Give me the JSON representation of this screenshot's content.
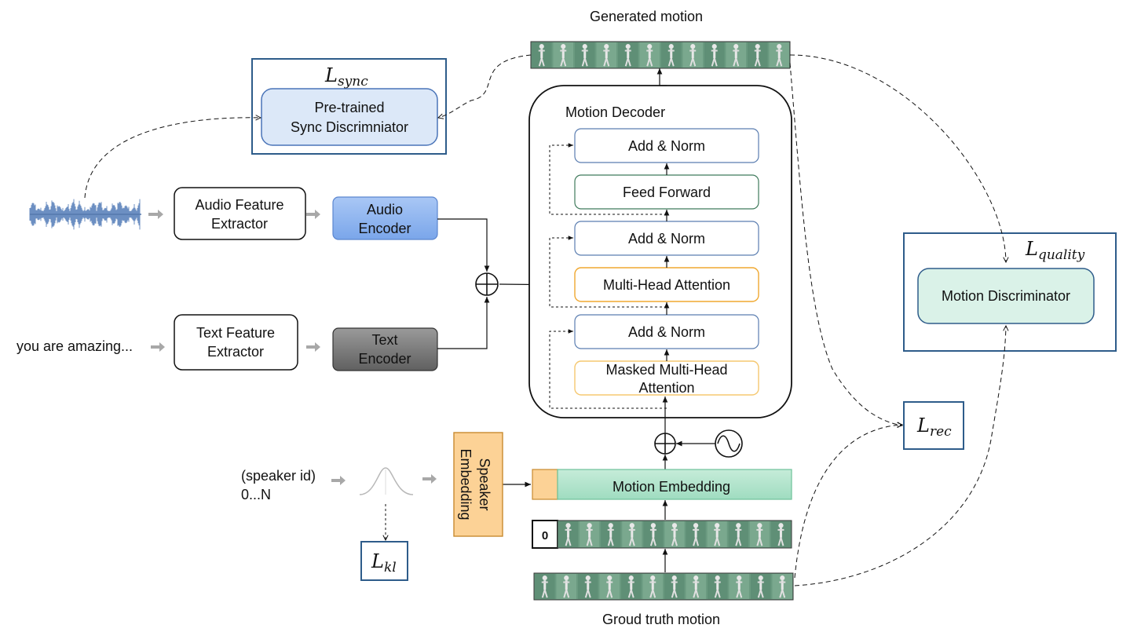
{
  "diagram": {
    "generated_motion_label": "Generated motion",
    "ground_truth_label": "Groud truth motion",
    "loss_sync": {
      "base": "L",
      "sub": "sync"
    },
    "loss_quality": {
      "base": "L",
      "sub": "quality"
    },
    "loss_rec": {
      "base": "L",
      "sub": "rec"
    },
    "loss_kl": {
      "base": "L",
      "sub": "kl"
    },
    "sync_discriminator": [
      "Pre-trained",
      "Sync Discrimniator"
    ],
    "motion_discriminator": "Motion Discriminator",
    "audio_feature_extractor": [
      "Audio Feature",
      "Extractor"
    ],
    "text_feature_extractor": [
      "Text Feature",
      "Extractor"
    ],
    "audio_encoder": [
      "Audio",
      "Encoder"
    ],
    "text_encoder": [
      "Text",
      "Encoder"
    ],
    "text_input": "you are amazing...",
    "speaker_input": [
      "(speaker id)",
      "0...N"
    ],
    "speaker_embedding": [
      "Speaker",
      "Embedding"
    ],
    "motion_embedding": "Motion Embedding",
    "zero_token": "0",
    "decoder": {
      "title": "Motion Decoder",
      "add_norm_top": "Add & Norm",
      "feed_forward": "Feed Forward",
      "add_norm_mid": "Add & Norm",
      "multi_head_attention": "Multi-Head Attention",
      "add_norm_bottom": "Add & Norm",
      "masked_attention": [
        "Masked Multi-Head",
        "Attention"
      ]
    },
    "colors": {
      "blue_border": "#2e5c8a",
      "sync_fill": "#dce8f8",
      "audio_encoder_fill": "#8fb4ef",
      "text_encoder_fill": "#7d7d7d",
      "motion_disc_fill": "#daf2e8",
      "motion_embedding_fill": "#b5e6cf",
      "speaker_fill": "#fcd296",
      "feed_forward_border": "#3f7a5c",
      "attention_border": "#f0a830",
      "add_norm_border": "#5a7db0",
      "filmstrip": "#6a9a80"
    }
  }
}
